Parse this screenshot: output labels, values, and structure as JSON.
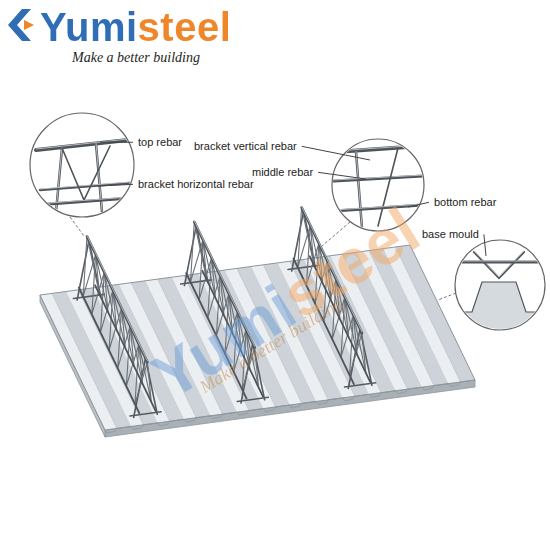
{
  "diagram": {
    "labels": [
      "Yumisteel",
      "Make a better building",
      "top rebar",
      "bracket vertical rebar",
      "bracket horizontal rebar",
      "middle rebar",
      "bottom rebar",
      "base mould",
      "Yumisteel",
      "Make a better building"
    ]
  }
}
